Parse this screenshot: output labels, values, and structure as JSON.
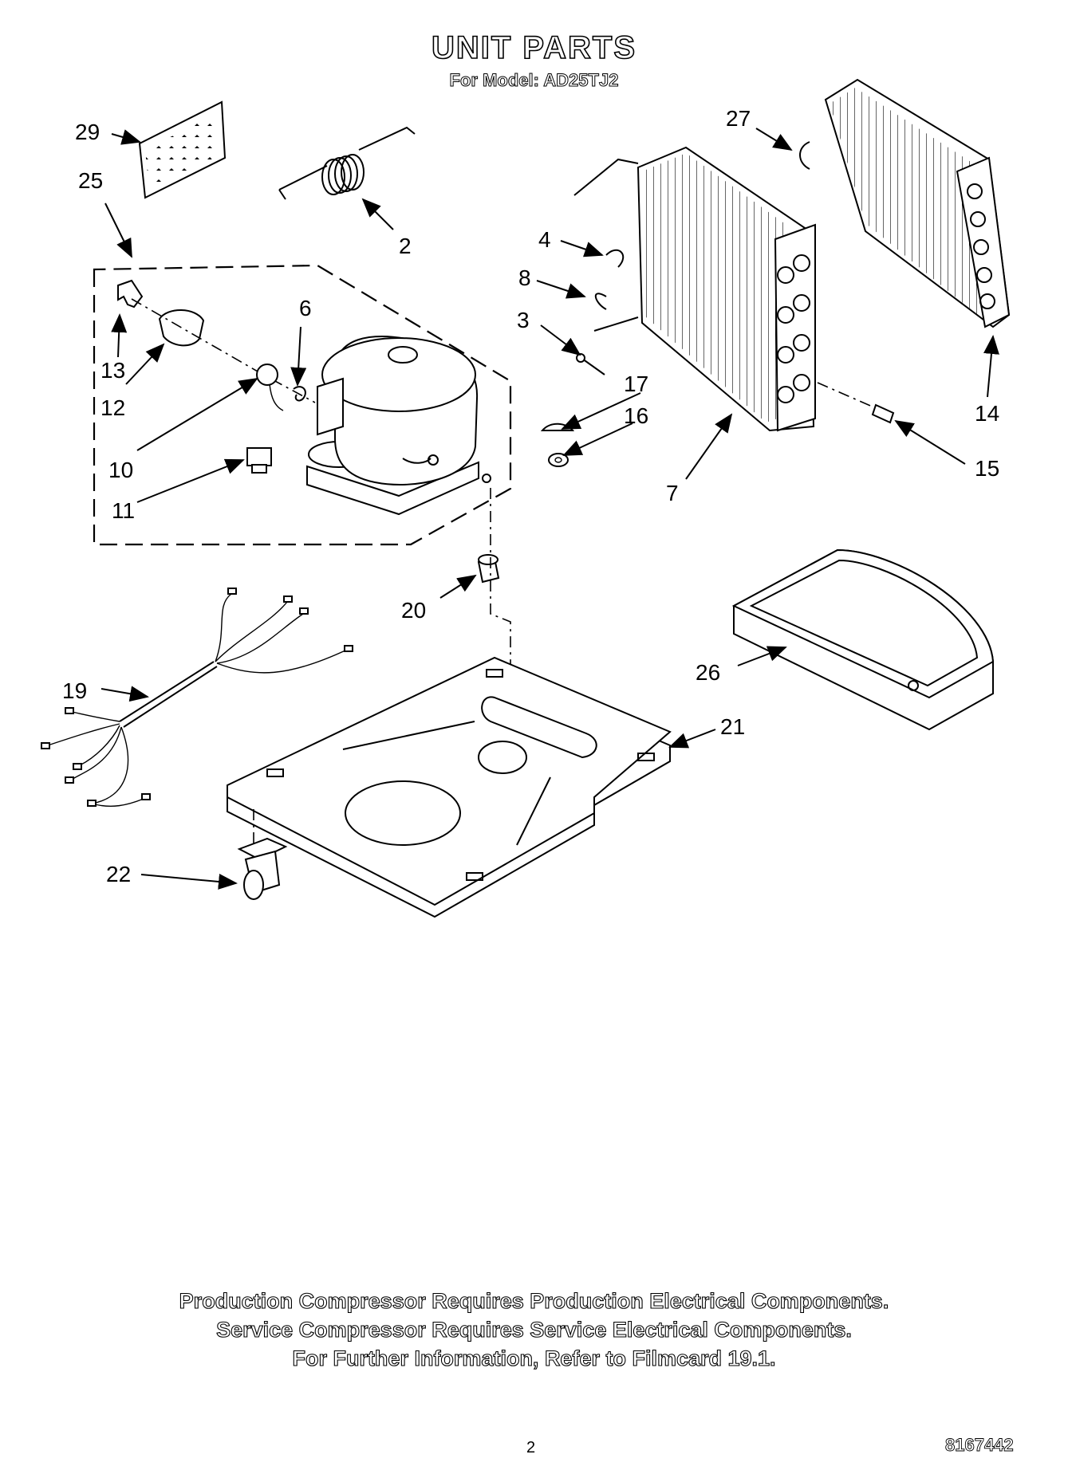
{
  "header": {
    "title": "UNIT PARTS",
    "subtitle": "For Model: AD25TJ2"
  },
  "callouts": {
    "c2": "2",
    "c3": "3",
    "c4": "4",
    "c6": "6",
    "c7": "7",
    "c8": "8",
    "c10": "10",
    "c11": "11",
    "c12": "12",
    "c13": "13",
    "c14": "14",
    "c15": "15",
    "c16": "16",
    "c17": "17",
    "c19": "19",
    "c20": "20",
    "c21": "21",
    "c22": "22",
    "c25": "25",
    "c26": "26",
    "c27": "27",
    "c29": "29"
  },
  "footer": {
    "notes": [
      "Production Compressor Requires Production Electrical Components.",
      "Service Compressor Requires Service Electrical Components.",
      "For Further Information, Refer to Filmcard 19.1."
    ],
    "page_number": "2",
    "doc_number": "8167442"
  }
}
